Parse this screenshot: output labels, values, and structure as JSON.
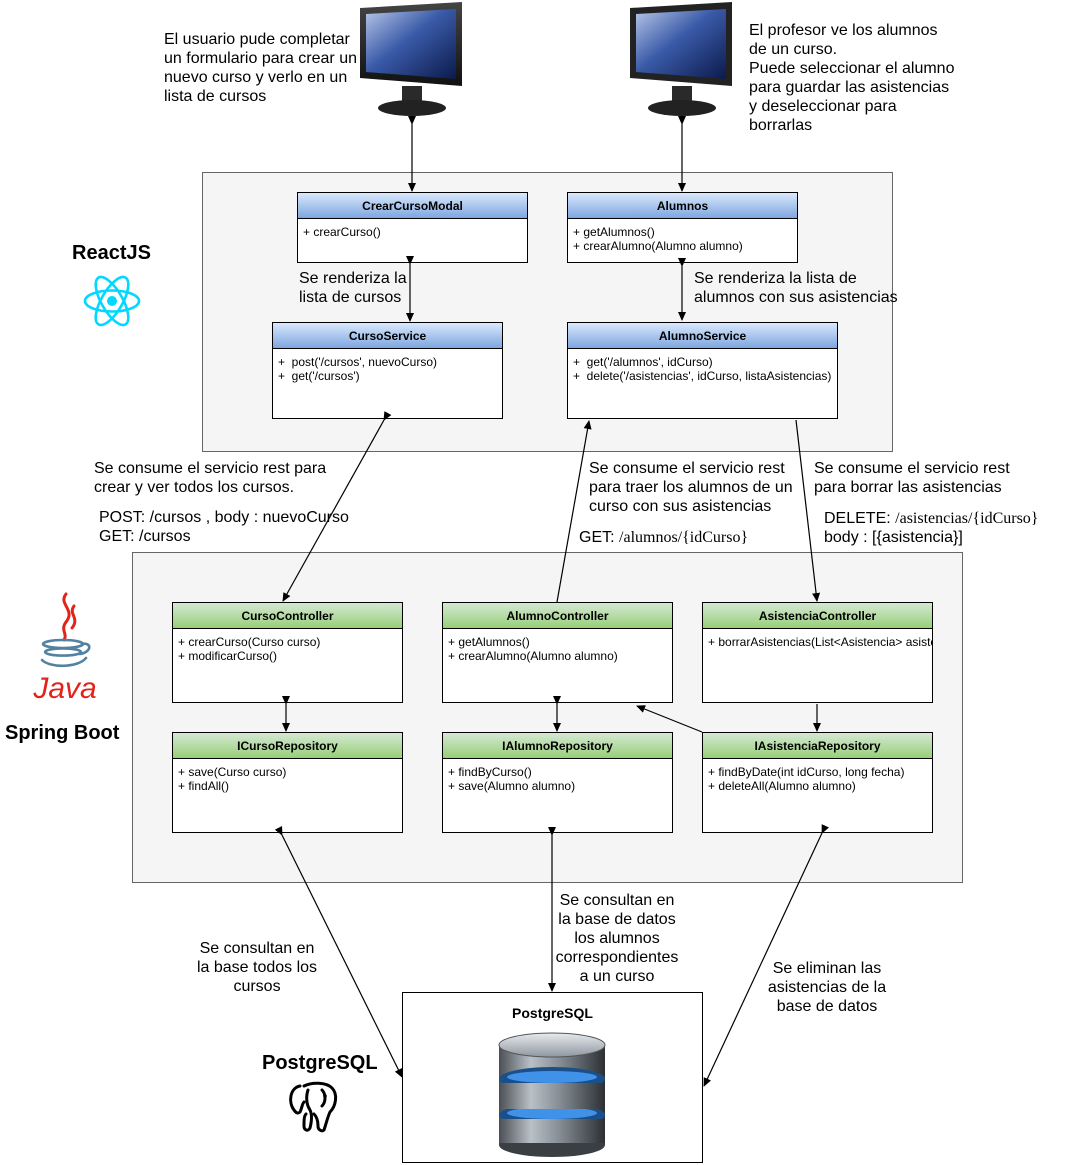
{
  "notes": {
    "user": "El usuario pude completar\nun formulario para crear un\nnuevo curso y verlo en un\nlista de cursos",
    "profesor": "El profesor ve los alumnos\nde un curso.\nPuede seleccionar el alumno\npara guardar las asistencias\ny deseleccionar para\nborrarlas",
    "render_cursos": "Se renderiza la\nlista de cursos",
    "render_alumnos": "Se renderiza la lista de\nalumnos con sus asistencias",
    "consume_cursos": "Se consume el servicio rest para\ncrear y ver todos los cursos.",
    "consume_cursos_endpoints": "POST: /cursos , body : nuevoCurso\nGET: /cursos",
    "consume_alumnos": "Se consume el servicio rest\npara traer los alumnos de un\ncurso con sus asistencias",
    "get_alumnos_prefix": "GET: ",
    "get_alumnos_path": "/alumnos/{idCurso}",
    "consume_asistencias": "Se consume el servicio rest\npara borrar las asistencias",
    "delete_prefix": "DELETE: ",
    "delete_path": "/asistencias/{idCurso}",
    "delete_body": "body : [{asistencia}]",
    "db_cursos": "Se consultan en\nla base todos los\ncursos",
    "db_alumnos": "Se consultan en\nla base de datos\nlos alumnos\ncorrespondientes\na un curso",
    "db_asistencias": "Se eliminan las\nasistencias de la\nbase de datos"
  },
  "labels": {
    "reactjs": "ReactJS",
    "spring": "Spring Boot",
    "java": "Java",
    "postgres": "PostgreSQL"
  },
  "react_classes": {
    "crear_curso_modal": {
      "name": "CrearCursoModal",
      "methods": "+ crearCurso()"
    },
    "alumnos": {
      "name": "Alumnos",
      "methods": "+ getAlumnos()\n+ crearAlumno(Alumno alumno)"
    },
    "curso_service": {
      "name": "CursoService",
      "methods": "+  post('/cursos', nuevoCurso)\n+  get('/cursos')"
    },
    "alumno_service": {
      "name": "AlumnoService",
      "methods": "+  get('/alumnos', idCurso)\n+  delete('/asistencias', idCurso, listaAsistencias)"
    }
  },
  "spring_classes": {
    "curso_controller": {
      "name": "CursoController",
      "methods": "+ crearCurso(Curso curso)\n+ modificarCurso()"
    },
    "alumno_controller": {
      "name": "AlumnoController",
      "methods": "+ getAlumnos()\n+ crearAlumno(Alumno alumno)"
    },
    "asistencia_controller": {
      "name": "AsistenciaController",
      "methods": "+ borrarAsistencias(List<Asistencia> asistencias)"
    },
    "icurso_repository": {
      "name": "ICursoRepository",
      "methods": "+ save(Curso curso)\n+ findAll()"
    },
    "ialumno_repository": {
      "name": "IAlumnoRepository",
      "methods": "+ findByCurso()\n+ save(Alumno alumno)"
    },
    "iasistencia_repository": {
      "name": "IAsistenciaRepository",
      "methods": "+ findByDate(int idCurso, long fecha)\n+ deleteAll(Alumno alumno)"
    }
  },
  "database": {
    "title": "PostgreSQL"
  },
  "icons": [
    "monitor-icon",
    "react-logo-icon",
    "java-logo-icon",
    "postgresql-elephant-icon",
    "database-cylinder-icon"
  ],
  "colors": {
    "react_header": "#7ea6e0",
    "spring_header": "#97d077",
    "panel": "#f5f5f5",
    "react_blue": "#00d8ff",
    "java_red": "#e2231a"
  }
}
